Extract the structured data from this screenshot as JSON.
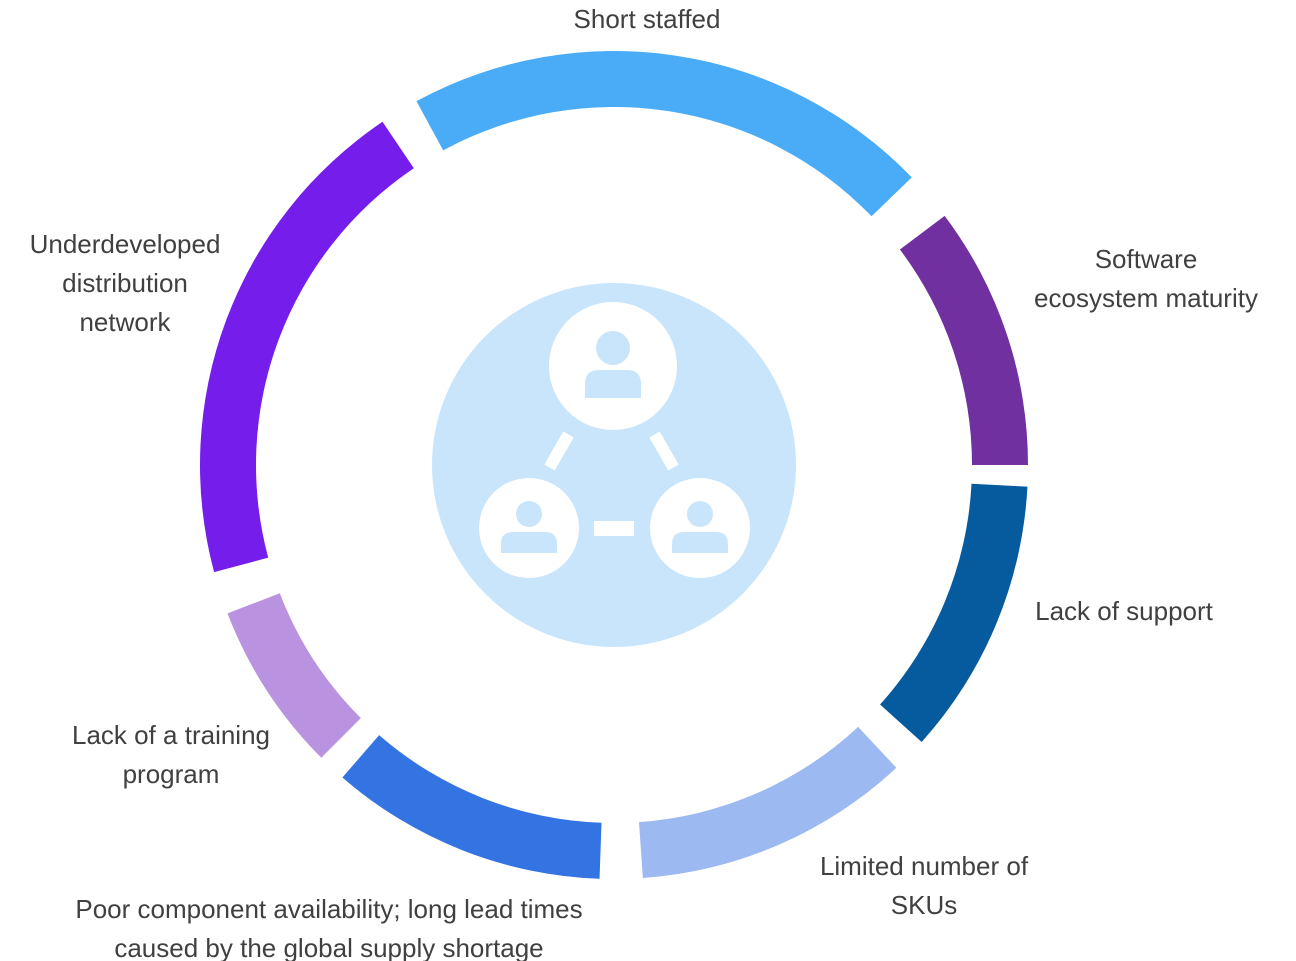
{
  "diagram": {
    "center_icon": {
      "name": "user-network-icon",
      "color": "#C9E5FC",
      "glyph_color": "#ffffff"
    },
    "segments": [
      {
        "id": "short-staffed",
        "color": "#4AACF7",
        "label_lines": [
          "Short staffed"
        ]
      },
      {
        "id": "software-ecosystem",
        "color": "#7030A0",
        "label_lines": [
          "Software",
          "ecosystem maturity"
        ]
      },
      {
        "id": "lack-of-support",
        "color": "#065A9E",
        "label_lines": [
          "Lack of support"
        ]
      },
      {
        "id": "limited-skus",
        "color": "#9DB9F1",
        "label_lines": [
          "Limited number of",
          "SKUs"
        ]
      },
      {
        "id": "poor-component-availability",
        "color": "#3473E2",
        "label_lines": [
          "Poor component availability; long lead times",
          "caused by the global supply shortage"
        ]
      },
      {
        "id": "lack-of-training",
        "color": "#BA93E0",
        "label_lines": [
          "Lack of a training",
          "program"
        ]
      },
      {
        "id": "underdeveloped-distribution",
        "color": "#751DEB",
        "label_lines": [
          "Underdeveloped",
          "distribution",
          "network"
        ]
      }
    ]
  }
}
